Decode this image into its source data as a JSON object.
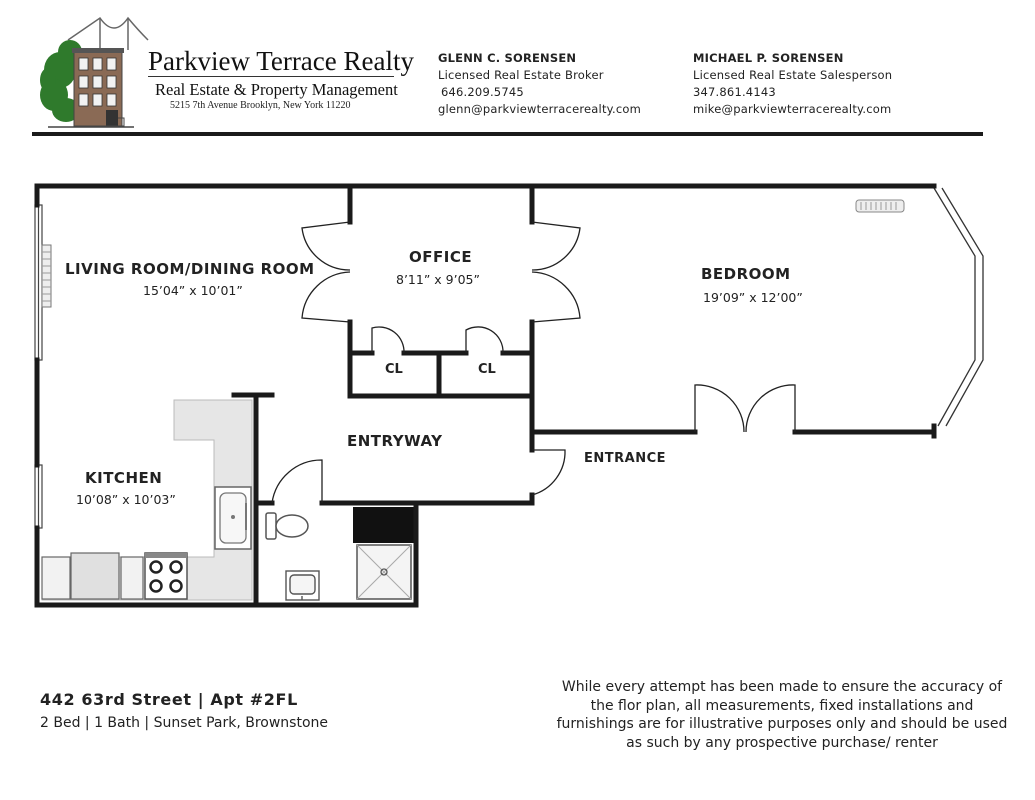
{
  "header": {
    "company_name": "Parkview Terrace Realty",
    "company_tagline": "Real Estate & Property Management",
    "company_address": "5215 7th Avenue Brooklyn, New York 11220",
    "logo_icon": "brownstone-tree-logo-icon",
    "agents": [
      {
        "name": "GLENN C. SORENSEN",
        "title": "Licensed Real Estate Broker",
        "phone": "646.209.5745",
        "email": "glenn@parkviewterracerealty.com"
      },
      {
        "name": "MICHAEL P. SORENSEN",
        "title": "Licensed Real Estate Salesperson",
        "phone": "347.861.4143",
        "email": "mike@parkviewterracerealty.com"
      }
    ]
  },
  "floor_plan": {
    "rooms": {
      "living": {
        "name": "LIVING ROOM/DINING ROOM",
        "dims": "15’04” x 10’01”"
      },
      "office": {
        "name": "OFFICE",
        "dims": "8’11” x 9’05”"
      },
      "bedroom": {
        "name": "BEDROOM",
        "dims": "19’09” x 12’00”"
      },
      "kitchen": {
        "name": "KITCHEN",
        "dims": "10’08” x 10’03”"
      },
      "entryway": {
        "name": "ENTRYWAY"
      },
      "closet_1": {
        "name": "CL"
      },
      "closet_2": {
        "name": "CL"
      }
    },
    "entrance_label": "ENTRANCE"
  },
  "listing": {
    "address": "442 63rd Street | Apt #2FL",
    "summary": "2 Bed | 1 Bath | Sunset Park, Brownstone"
  },
  "disclaimer": "While every attempt has been made to ensure the accuracy of the flor plan, all measurements, fixed installations and furnishings are for illustrative purposes only and should be used as such by any prospective purchase/ renter",
  "colors": {
    "wall": "#1a1a1a",
    "logo_green": "#2f7a2c",
    "fixture_gray": "#e6e6e6"
  }
}
